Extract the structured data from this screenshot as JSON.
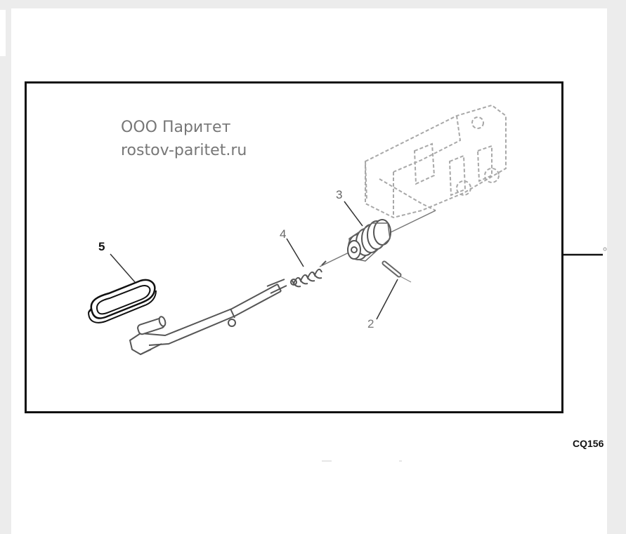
{
  "watermark": {
    "company": "ООО Паритет",
    "website": "rostov-paritet.ru"
  },
  "figure": {
    "code": "CQ156"
  },
  "callouts": [
    "5",
    "4",
    "3",
    "2"
  ],
  "colors": {
    "frame": "#111111",
    "watermark": "#777777",
    "part_lines": "#555555",
    "ghost_lines": "#a8a8a8"
  }
}
